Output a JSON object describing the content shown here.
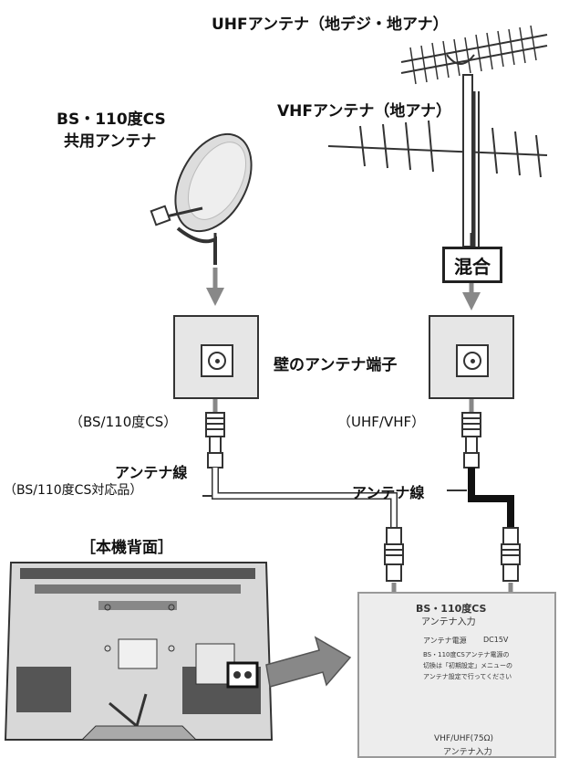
{
  "labels": {
    "uhf_antenna": "UHFアンテナ（地デジ・地アナ）",
    "vhf_antenna": "VHFアンテナ（地アナ）",
    "bs_antenna_line1": "BS・110度CS",
    "bs_antenna_line2": "共用アンテナ",
    "mixer": "混合",
    "wall_terminal": "壁のアンテナ端子",
    "bs_terminal_type": "（BS/110度CS）",
    "uhf_terminal_type": "（UHF/VHF）",
    "antenna_cable_left": "アンテナ線",
    "antenna_cable_left_note": "（BS/110度CS対応品）",
    "antenna_cable_right": "アンテナ線",
    "tv_back": "［本機背面］"
  },
  "panel": {
    "bs_input_line1": "BS・110度CS",
    "bs_input_line2": "アンテナ入力",
    "power_label": "アンテナ電源",
    "power_spec": "DC15V",
    "note_line1": "BS・110度CSアンテナ電源の",
    "note_line2": "切換は「初期設定」メニューの",
    "note_line3": "アンテナ設定で行ってください",
    "vhf_input_line1": "VHF/UHF(75Ω)",
    "vhf_input_line2": "アンテナ入力"
  },
  "colors": {
    "arrow": "#888888",
    "cable_bs": "#ffffff",
    "cable_terrestrial": "#111111",
    "wall_plate": "#e6e6e6",
    "tv_body": "#d8d8d8"
  }
}
